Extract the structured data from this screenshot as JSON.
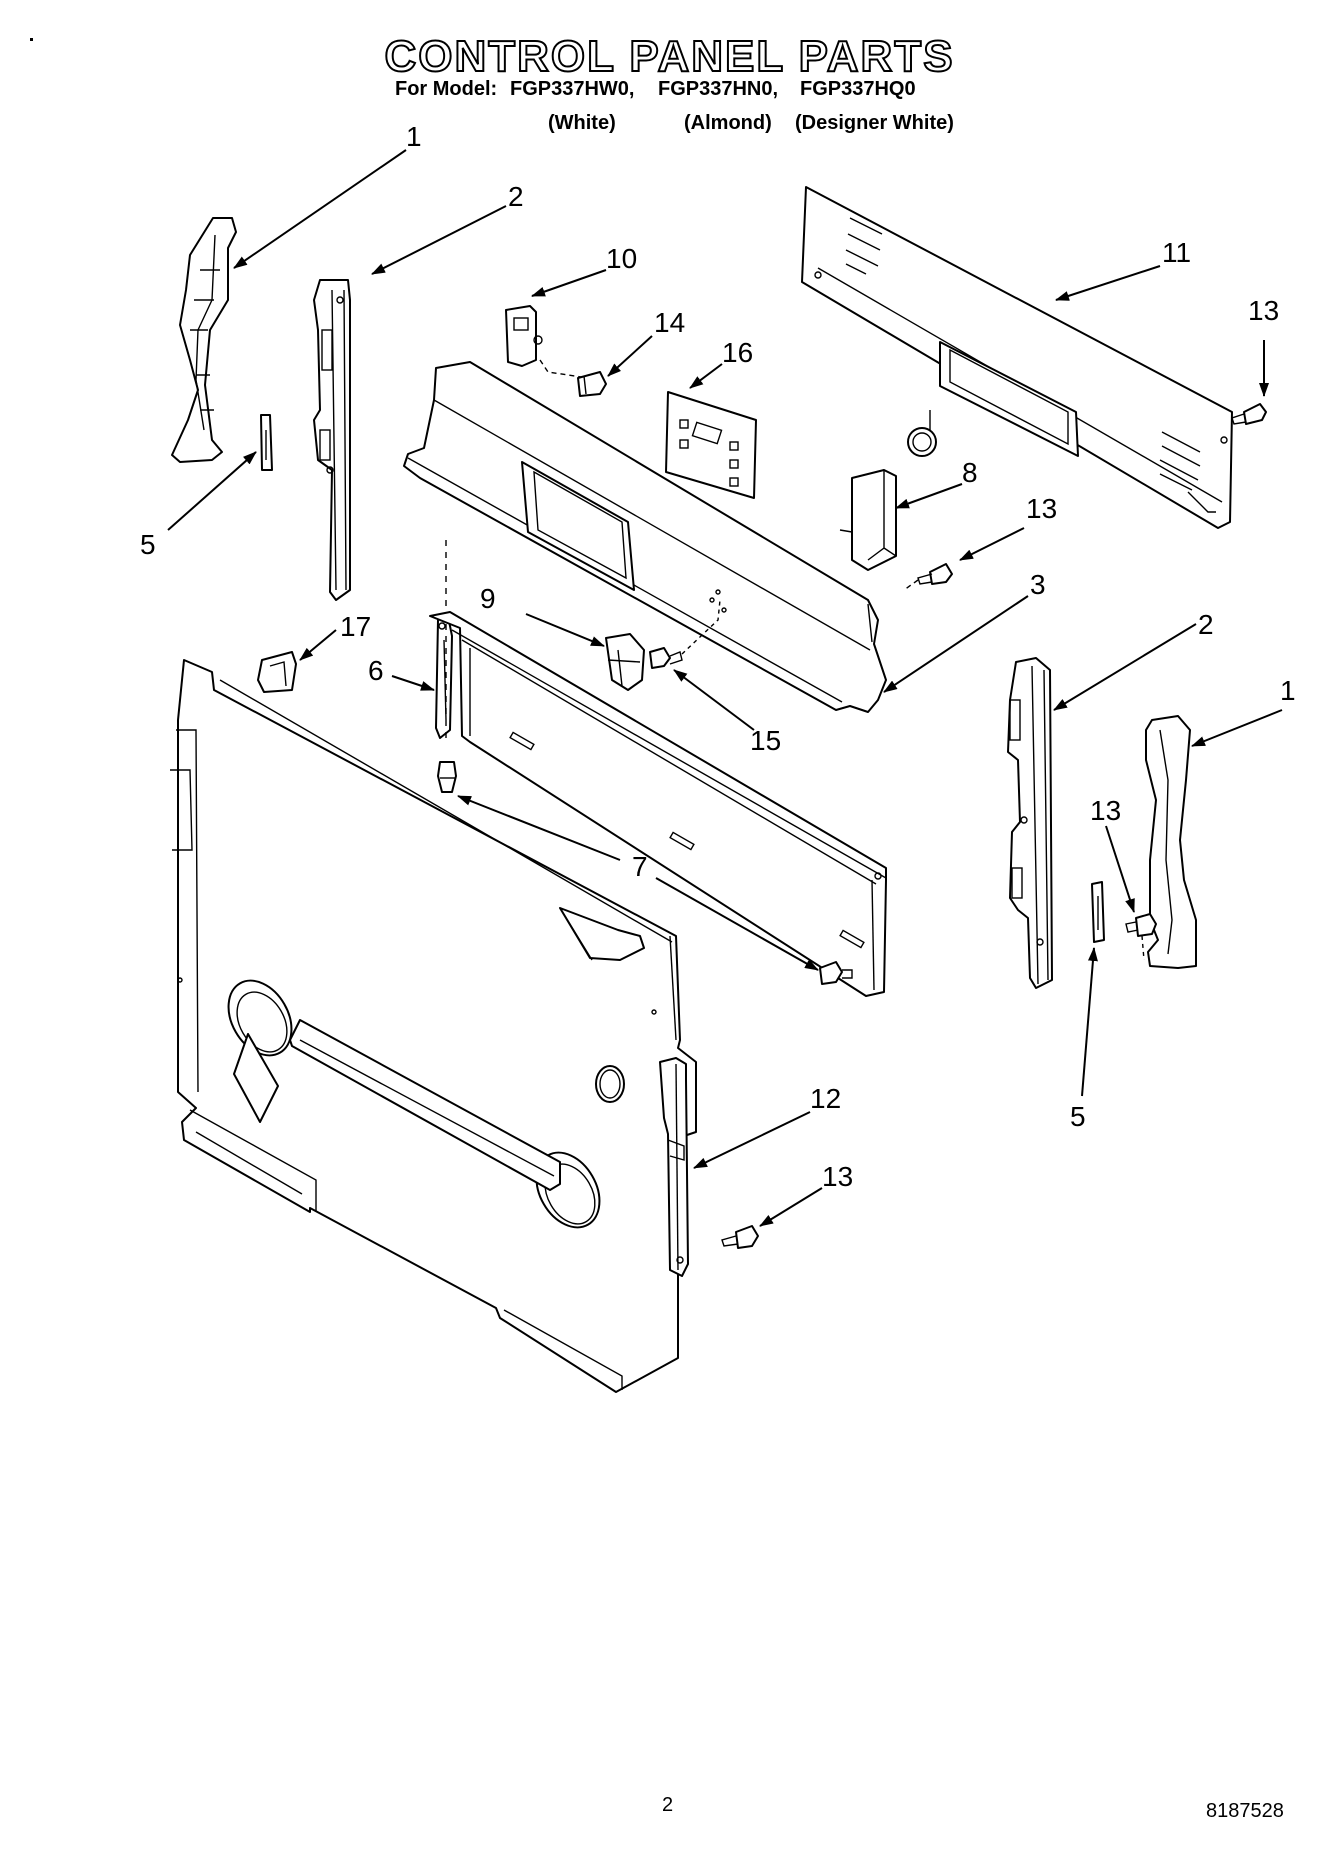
{
  "header": {
    "title": "CONTROL PANEL PARTS",
    "model_prefix": "For Model:",
    "models": [
      "FGP337HW0,",
      "FGP337HN0,",
      "FGP337HQ0"
    ],
    "colors": [
      "(White)",
      "(Almond)",
      "(Designer White)"
    ]
  },
  "callouts": {
    "c1_left": "1",
    "c2_left": "2",
    "c5_left": "5",
    "c10": "10",
    "c14": "14",
    "c16": "16",
    "c11": "11",
    "c13_topright": "13",
    "c8": "8",
    "c13_mid": "13",
    "c3": "3",
    "c9": "9",
    "c15": "15",
    "c17": "17",
    "c6": "6",
    "c7": "7",
    "c2_right": "2",
    "c1_right": "1",
    "c13_right": "13",
    "c5_right": "5",
    "c12": "12",
    "c13_bottom": "13"
  },
  "footer": {
    "page_number": "2",
    "doc_number": "8187528"
  }
}
